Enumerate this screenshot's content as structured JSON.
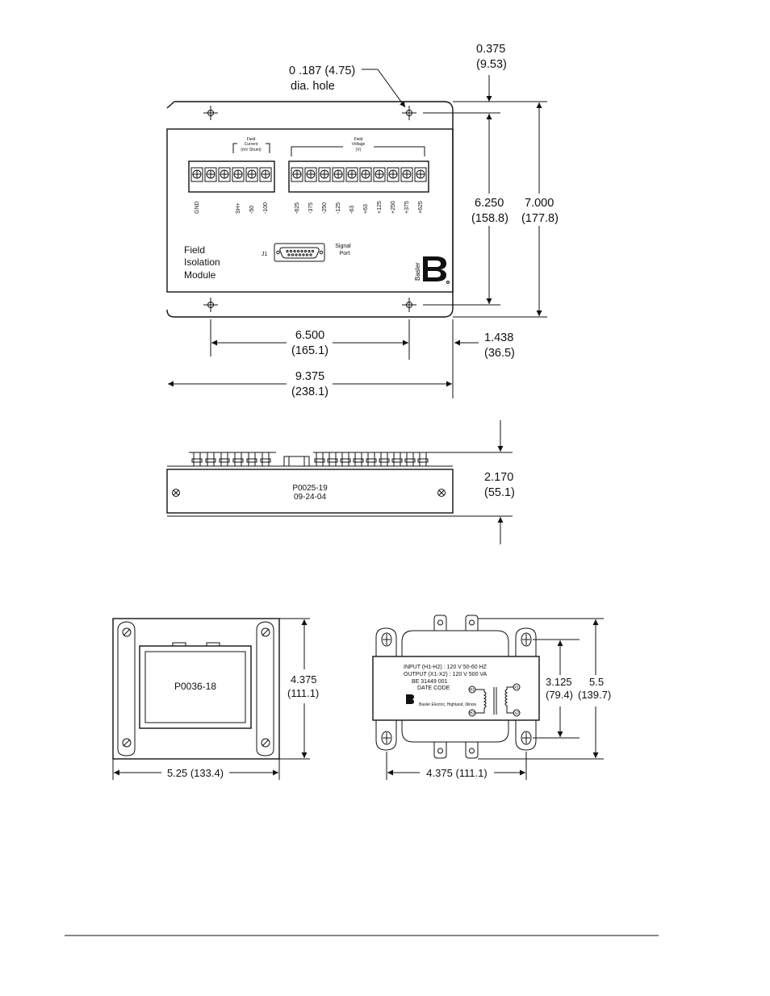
{
  "diagram": {
    "fim_top": {
      "module_label_lines": [
        "Field",
        "Isolation",
        "Module"
      ],
      "field_current_label": [
        "Field",
        "Current",
        "(mV Shunt)"
      ],
      "field_voltage_label": [
        "Field",
        "Voltage",
        "(V)"
      ],
      "current_terminals": [
        "GND",
        "SH+",
        "-50",
        "-100"
      ],
      "voltage_terminals": [
        "-625",
        "-375",
        "-250",
        "-125",
        "-63",
        "+63",
        "+125",
        "+250",
        "+375",
        "+625"
      ],
      "connector_label": "J1",
      "signal_port_label": [
        "Signal",
        "Port"
      ],
      "brand": "Basler",
      "hole_callout": [
        "0 .187 (4.75)",
        "dia. hole"
      ],
      "dim_top_offset": [
        "0.375",
        "(9.53)"
      ],
      "dim_hole_spacing_v": [
        "6.250",
        "(158.8)"
      ],
      "dim_height": [
        "7.000",
        "(177.8)"
      ],
      "dim_hole_spacing_h": [
        "6.500",
        "(165.1)"
      ],
      "dim_side_offset": [
        "1.438",
        "(36.5)"
      ],
      "dim_width": [
        "9.375",
        "(238.1)"
      ]
    },
    "fim_side": {
      "part_number": "P0025-19",
      "date": "09-24-04",
      "dim_depth": [
        "2.170",
        "(55.1)"
      ]
    },
    "transformer_side": {
      "part_number": "P0036-18",
      "dim_height": [
        "4.375",
        "(111.1)"
      ],
      "dim_width": "5.25 (133.4)"
    },
    "transformer_top": {
      "label_lines": [
        "INPUT (H1-H2) : 120 V  50-60 HZ",
        "OUTPUT (X1-X2) : 120 V  500 VA",
        "BE 31449 001",
        "DATE CODE"
      ],
      "maker_text": "Basler Electric, Highland, Illinois",
      "terminal_labels": [
        "H1",
        "H2",
        "X1",
        "X2"
      ],
      "dim_hole_spacing": [
        "3.125",
        "(79.4)"
      ],
      "dim_height": [
        "5.5",
        "(139.7)"
      ],
      "dim_width": "4.375 (111.1)"
    }
  },
  "footer": {
    "rule": true
  }
}
